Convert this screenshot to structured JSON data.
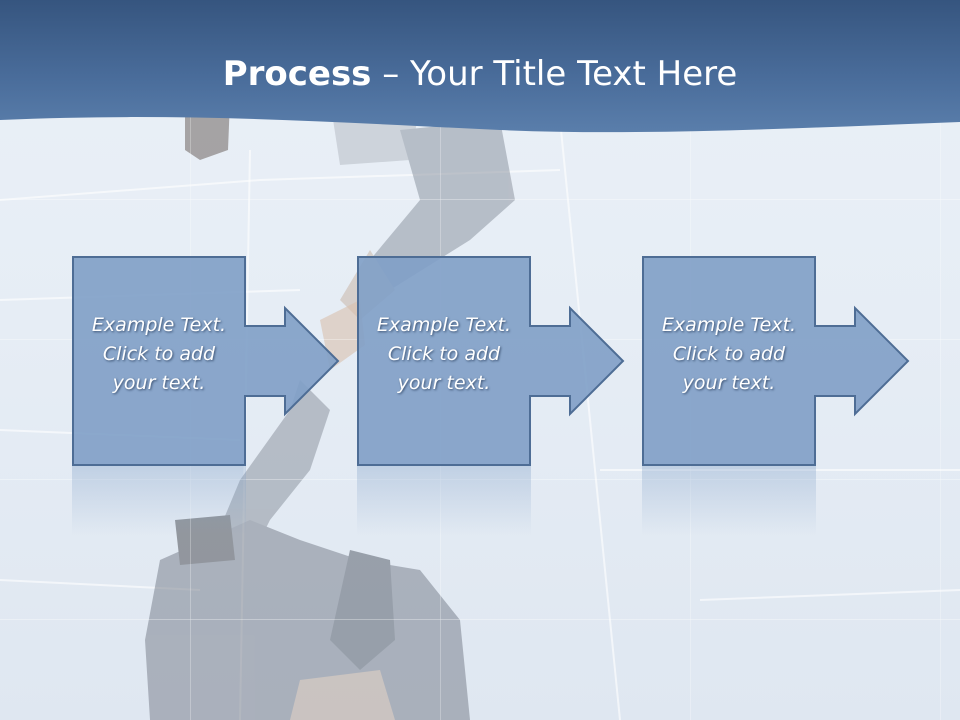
{
  "title": {
    "bold": "Process",
    "rest": " – Your Title Text Here"
  },
  "steps": [
    {
      "line1": "Example Text.",
      "line2": "Click  to add",
      "line3": "your text."
    },
    {
      "line1": "Example Text.",
      "line2": "Click  to add",
      "line3": "your text."
    },
    {
      "line1": "Example Text.",
      "line2": "Click  to add",
      "line3": "your text."
    }
  ],
  "colors": {
    "header": "#3f6597",
    "step_fill": "#7f9fc7",
    "step_border": "#4e6d95",
    "text": "#ffffff"
  }
}
